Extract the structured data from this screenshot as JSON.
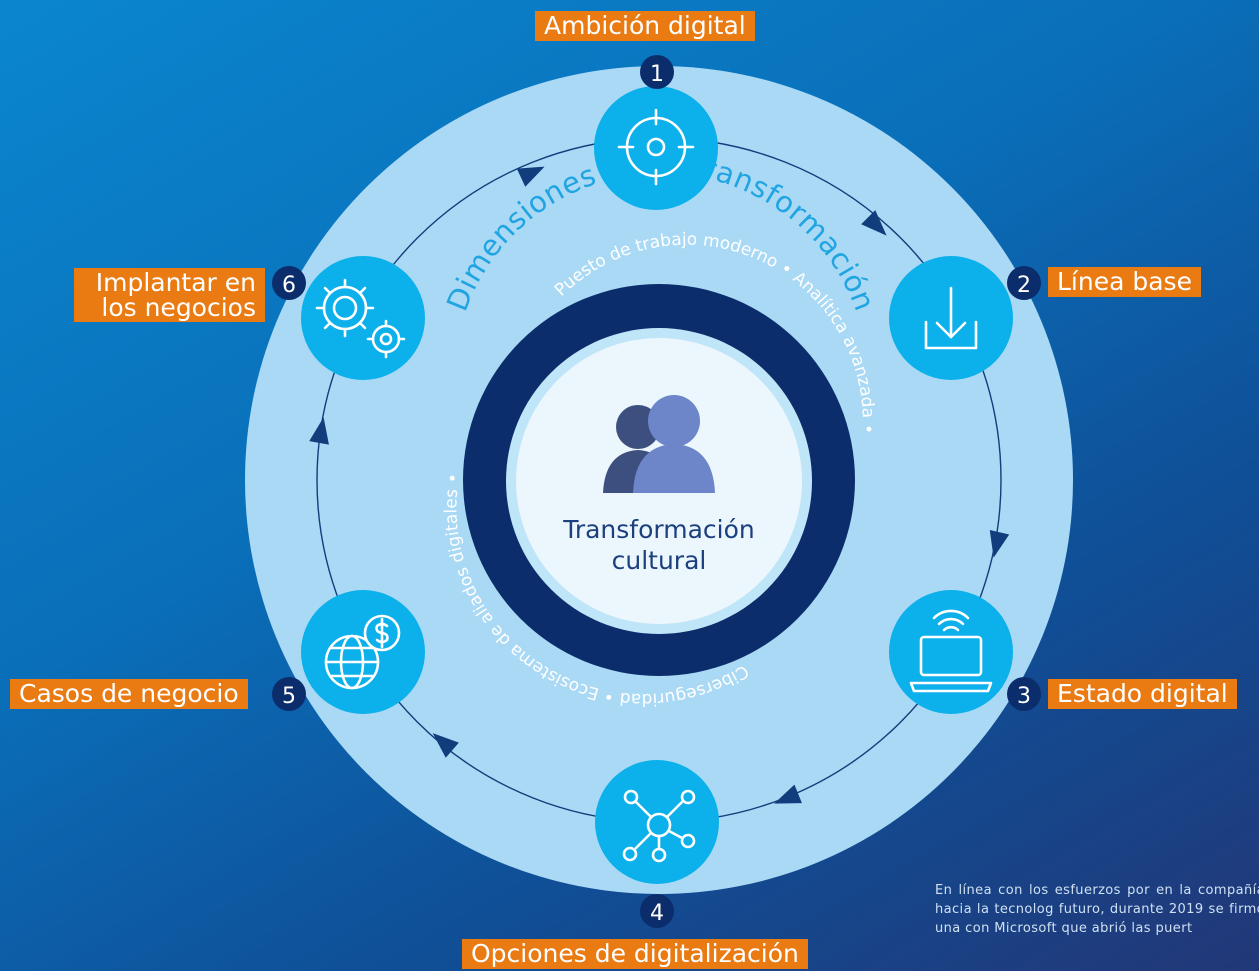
{
  "steps": [
    {
      "number": "1",
      "label": "Ambición digital",
      "icon": "target-icon"
    },
    {
      "number": "2",
      "label": "Línea base",
      "icon": "download-icon"
    },
    {
      "number": "3",
      "label": "Estado digital",
      "icon": "laptop-wifi-icon"
    },
    {
      "number": "4",
      "label": "Opciones de digitalización",
      "icon": "network-nodes-icon"
    },
    {
      "number": "5",
      "label": "Casos de negocio",
      "icon": "globe-dollar-icon"
    },
    {
      "number": "6",
      "label_line1": "Implantar en",
      "label_line2": "los negocios",
      "icon": "gears-icon"
    }
  ],
  "outer_ring_title": "Dimensiones de la transformación",
  "dimensions_top": "Puesto de trabajo moderno • Analítica avanzada •",
  "dimensions_bottom": "Ciberseguridad • Ecosistema de aliados digitales •",
  "center": {
    "line1": "Transformación",
    "line2": "cultural",
    "icon": "people-icon"
  },
  "corner_text": "En línea con los esfuerzos por en la compañía hacia la tecnolog futuro, durante 2019 se firmó una con Microsoft que abrió las puert",
  "colors": {
    "label_bg": "#ea7a12",
    "outer_ring": "#a9d9f5",
    "icon_circle": "#0cb0ea",
    "dark_ring": "#0c2d6b",
    "number_badge": "#0c2d6b",
    "ring_title": "#20a4e2"
  }
}
